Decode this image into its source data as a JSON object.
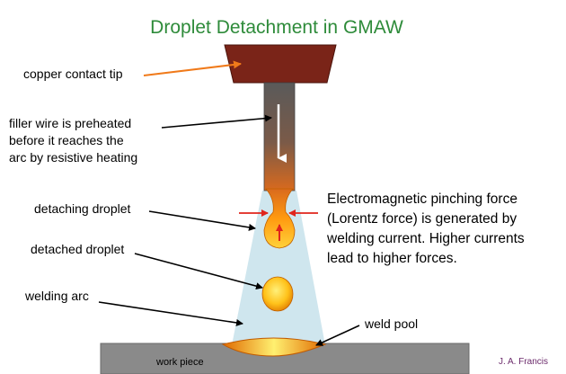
{
  "title": "Droplet Detachment in GMAW",
  "labels": {
    "copper_contact_tip": "copper contact tip",
    "filler_wire": [
      "filler wire is preheated",
      "before it reaches the",
      "arc by resistive heating"
    ],
    "detaching_droplet": "detaching droplet",
    "detached_droplet": "detached droplet",
    "welding_arc": "welding arc",
    "weld_pool": "weld pool",
    "work_piece": "work piece"
  },
  "explanation": [
    "Electromagnetic pinching force",
    "(Lorentz force) is generated by",
    "welding current. Higher currents",
    "lead to higher forces."
  ],
  "author": "J. A. Francis",
  "colors": {
    "title": "#2e8b3a",
    "contact_tip": "#7a2418",
    "wire_top": "#555555",
    "wire_bottom": "#d96a1e",
    "arc": "#cfe6ee",
    "droplet": "#ffb000",
    "workpiece": "#8a8a8a",
    "pinch_arrow": "#e0241b",
    "pointer_orange": "#f07a1a",
    "author": "#6b2a6b"
  },
  "icons": [
    "arrow-down-icon",
    "arrow-up-icon",
    "pinch-arrow-left-icon",
    "pinch-arrow-right-icon"
  ]
}
